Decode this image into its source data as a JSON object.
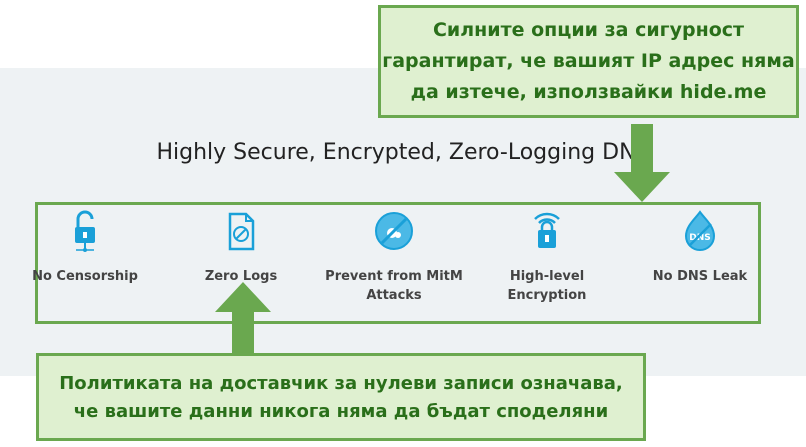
{
  "heading": "Highly Secure, Encrypted, Zero-Logging DNS",
  "features": [
    {
      "label_lines": [
        "No Censorship"
      ],
      "icon": "unlocked-padlock-icon"
    },
    {
      "label_lines": [
        "Zero Logs"
      ],
      "icon": "document-no-log-icon"
    },
    {
      "label_lines": [
        "Prevent from MitM",
        "Attacks"
      ],
      "icon": "shield-blocked-icon"
    },
    {
      "label_lines": [
        "High-level",
        "Encryption"
      ],
      "icon": "wifi-lock-icon"
    },
    {
      "label_lines": [
        "No DNS Leak"
      ],
      "icon": "dns-drop-blocked-icon"
    }
  ],
  "callout_top": {
    "lines": [
      "Силните опции за сигурност",
      "гарантират, че вашият IP адрес няма",
      "да изтече, използвайки hide.me"
    ]
  },
  "callout_bottom": {
    "lines": [
      "Политиката на доставчик за нулеви записи означава,",
      "че вашите данни никога няма да бъдат споделяни"
    ]
  },
  "colors": {
    "accent_green": "#6aa84f",
    "callout_fill": "#dff0d0",
    "callout_text": "#2a6f1a",
    "icon_blue": "#1aa0d8",
    "band": "#eef2f4"
  }
}
